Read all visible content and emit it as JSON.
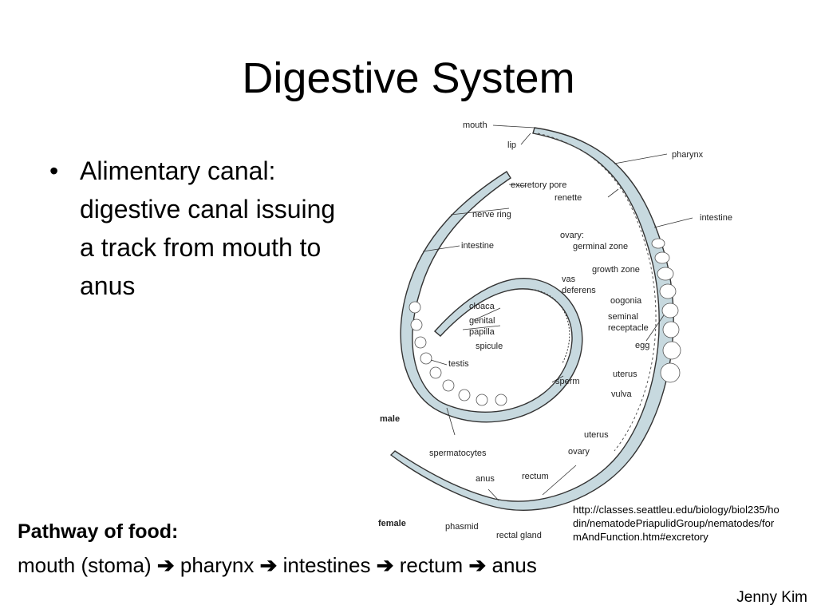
{
  "slide": {
    "title": "Digestive System",
    "bullet": {
      "marker": "•",
      "text": "Alimentary canal: digestive canal issuing a track from mouth to anus"
    }
  },
  "diagram": {
    "labels": {
      "mouth": "mouth",
      "lip": "lip",
      "pharynx": "pharynx",
      "excretory_pore": "excretory pore",
      "renette": "renette",
      "intestine_right": "intestine",
      "nerve_ring": "nerve ring",
      "ovary_top": "ovary:",
      "germinal_zone": "germinal zone",
      "intestine_left": "intestine",
      "growth_zone": "growth zone",
      "vas": "vas",
      "deferens": "deferens",
      "oogonia": "oogonia",
      "cloaca": "cloaca",
      "genital": "genital",
      "papilla": "papilla",
      "seminal": "seminal",
      "receptacle": "receptacle",
      "spicule": "spicule",
      "egg": "egg",
      "testis": "testis",
      "uterus_upper": "uterus",
      "sperm": "sperm",
      "vulva": "vulva",
      "male": "male",
      "uterus_lower": "uterus",
      "spermatocytes": "spermatocytes",
      "ovary_lower": "ovary",
      "anus": "anus",
      "rectum": "rectum",
      "female": "female",
      "phasmid": "phasmid",
      "rectal_gland": "rectal gland"
    }
  },
  "citation": {
    "lines": [
      "http://classes.seattleu.edu/biology/biol235/ho",
      "din/nematodePriapulidGroup/nematodes/for",
      "mAndFunction.htm#excretory"
    ]
  },
  "pathway": {
    "title": "Pathway of food:",
    "steps": [
      "mouth (stoma)",
      "pharynx",
      "intestines",
      "rectum",
      "anus"
    ],
    "arrow": "➔"
  },
  "footer": {
    "author": "Jenny Kim"
  },
  "colors": {
    "tissue_fill": "#c7d9df",
    "outline": "#333333",
    "background": "#ffffff"
  }
}
